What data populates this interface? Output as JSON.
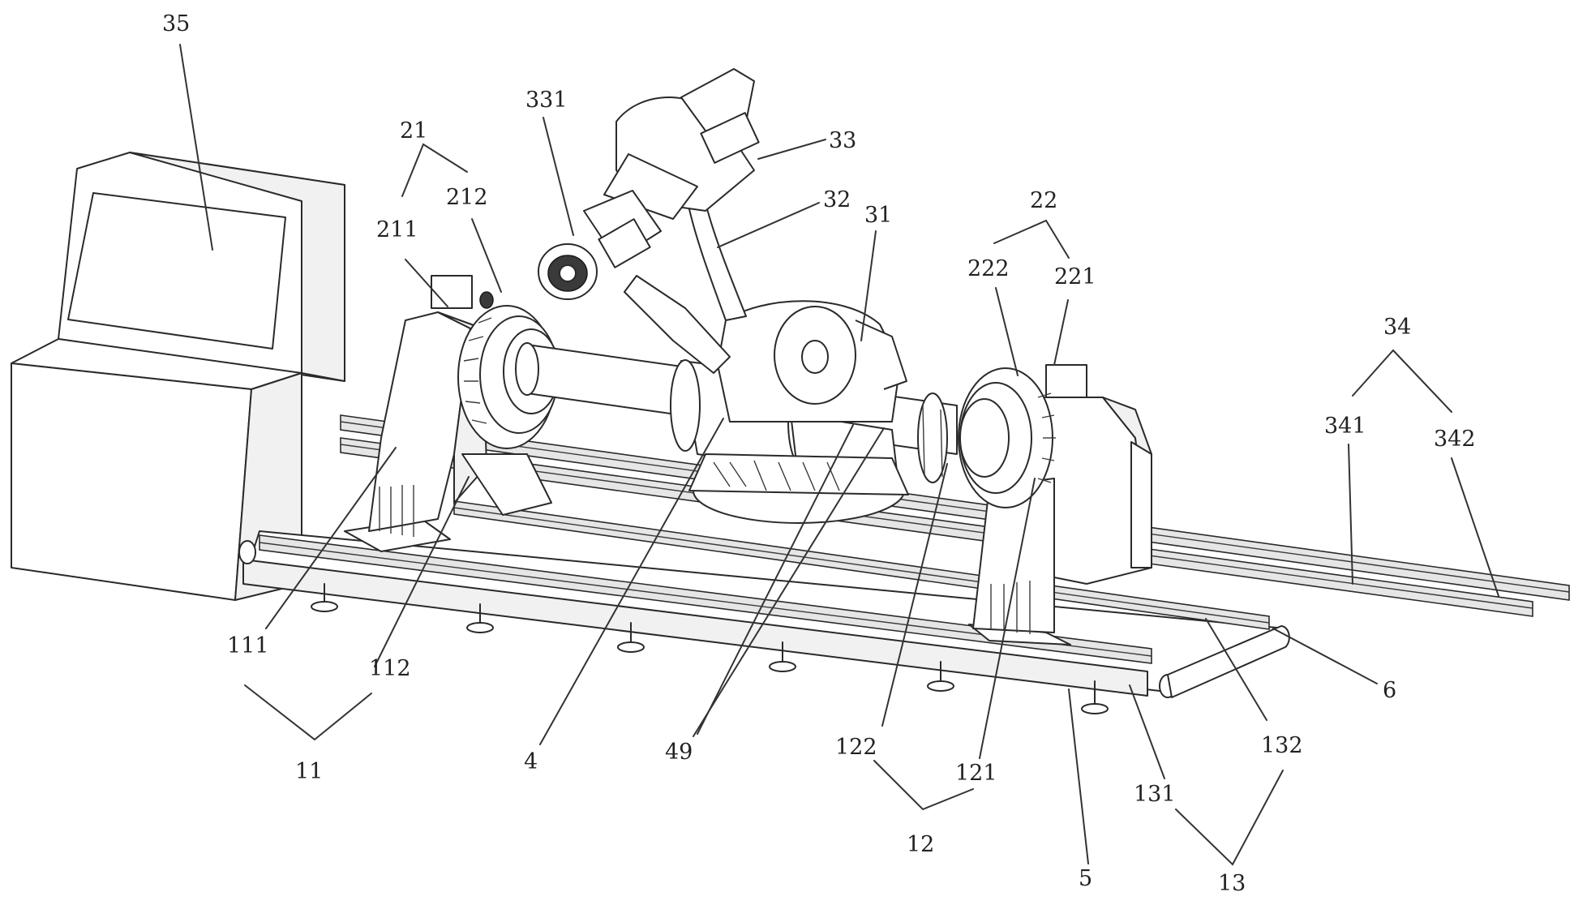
{
  "figure": {
    "labels": [
      {
        "id": "35",
        "text": "35"
      },
      {
        "id": "21",
        "text": "21"
      },
      {
        "id": "211",
        "text": "211"
      },
      {
        "id": "212",
        "text": "212"
      },
      {
        "id": "331",
        "text": "331"
      },
      {
        "id": "33",
        "text": "33"
      },
      {
        "id": "32",
        "text": "32"
      },
      {
        "id": "31",
        "text": "31"
      },
      {
        "id": "22",
        "text": "22"
      },
      {
        "id": "222",
        "text": "222"
      },
      {
        "id": "221",
        "text": "221"
      },
      {
        "id": "34",
        "text": "34"
      },
      {
        "id": "341",
        "text": "341"
      },
      {
        "id": "342",
        "text": "342"
      },
      {
        "id": "111",
        "text": "111"
      },
      {
        "id": "112",
        "text": "112"
      },
      {
        "id": "11",
        "text": "11"
      },
      {
        "id": "4",
        "text": "4"
      },
      {
        "id": "49",
        "text": "49"
      },
      {
        "id": "122",
        "text": "122"
      },
      {
        "id": "121",
        "text": "121"
      },
      {
        "id": "12",
        "text": "12"
      },
      {
        "id": "5",
        "text": "5"
      },
      {
        "id": "6",
        "text": "6"
      },
      {
        "id": "131",
        "text": "131"
      },
      {
        "id": "132",
        "text": "132"
      },
      {
        "id": "13",
        "text": "13"
      }
    ]
  }
}
